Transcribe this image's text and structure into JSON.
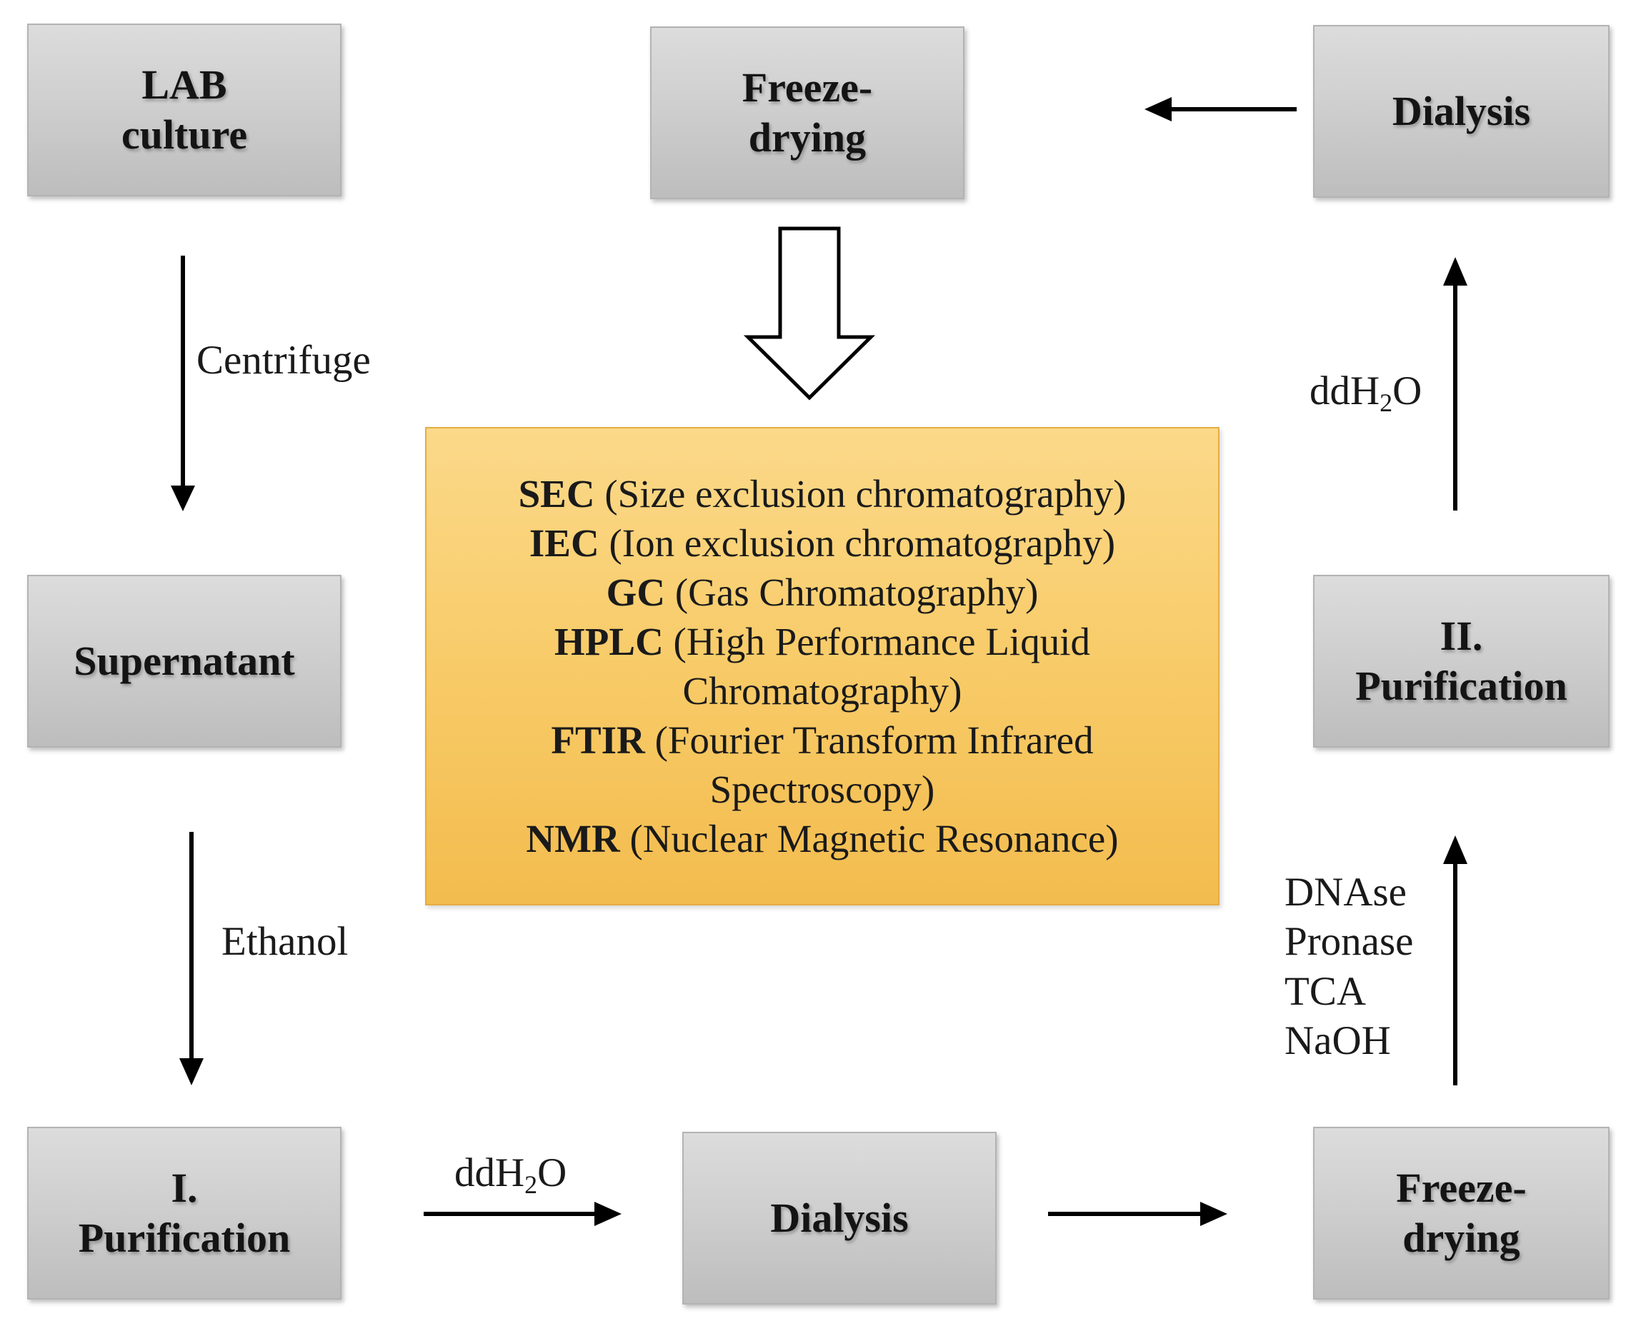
{
  "steps": {
    "lab_culture": "LAB\nculture",
    "freeze_drying_top": "Freeze-\ndrying",
    "dialysis_top": "Dialysis",
    "supernatant": "Supernatant",
    "purification_2": "II.\nPurification",
    "purification_1": "I.\nPurification",
    "dialysis_bottom": "Dialysis",
    "freeze_drying_bottom": "Freeze-\ndrying"
  },
  "methods": [
    {
      "abbr": "SEC",
      "desc": " (Size exclusion chromatography)"
    },
    {
      "abbr": "IEC",
      "desc": " (Ion exclusion chromatography)"
    },
    {
      "abbr": "GC",
      "desc": " (Gas Chromatography)"
    },
    {
      "abbr": "HPLC",
      "desc": " (High Performance Liquid"
    },
    {
      "abbr": "",
      "desc": "Chromatography)"
    },
    {
      "abbr": "FTIR",
      "desc": " (Fourier Transform Infrared"
    },
    {
      "abbr": "",
      "desc": "Spectroscopy)"
    },
    {
      "abbr": "NMR",
      "desc": " (Nuclear Magnetic Resonance)"
    }
  ],
  "labels": {
    "centrifuge": "Centrifuge",
    "ethanol": "Ethanol",
    "water_bottom": {
      "main": "ddH",
      "sub": "2",
      "tail": "O"
    },
    "water_right": {
      "main": "ddH",
      "sub": "2",
      "tail": "O"
    },
    "reagents": [
      "DNAse",
      "Pronase",
      "TCA",
      "NaOH"
    ]
  },
  "colors": {
    "step_box": "#cfcfcf",
    "methods_box": "#f8cb68",
    "arrow": "#000000"
  }
}
